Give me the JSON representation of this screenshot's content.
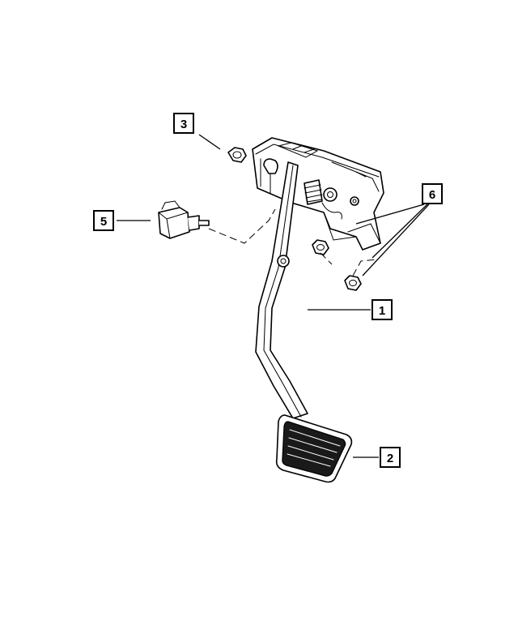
{
  "diagram": {
    "callouts": [
      {
        "id": "callout-1",
        "label": "1"
      },
      {
        "id": "callout-2",
        "label": "2"
      },
      {
        "id": "callout-3",
        "label": "3"
      },
      {
        "id": "callout-5",
        "label": "5"
      },
      {
        "id": "callout-6",
        "label": "6"
      }
    ],
    "line_color": "#000000",
    "background": "#ffffff"
  }
}
